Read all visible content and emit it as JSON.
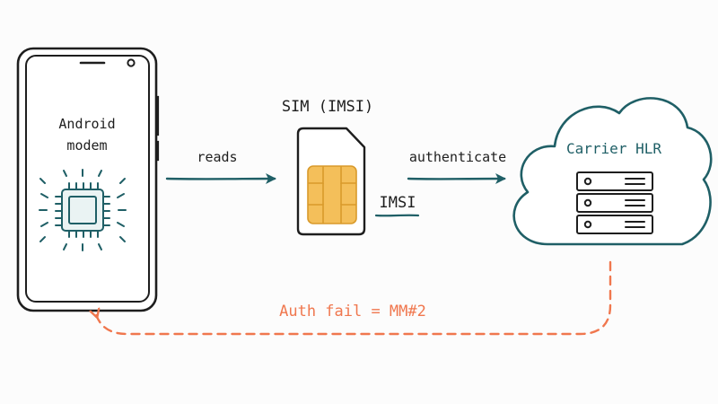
{
  "colors": {
    "teal": "#1f5f66",
    "orange": "#f0774e",
    "ink": "#1e1e1e",
    "chip_gold": "#f4bf5a",
    "chip_contact": "#d99a2b",
    "background": "#fcfcfc"
  },
  "phone": {
    "label_line1": "Android",
    "label_line2": "modem",
    "icon": "cpu-chip-icon"
  },
  "sim": {
    "title": "SIM (IMSI)",
    "imsi_tag": "IMSI",
    "icon": "sim-card-icon"
  },
  "cloud": {
    "title": "Carrier HLR",
    "icon": "server-rack-icon"
  },
  "arrows": {
    "reads": "reads",
    "authenticate": "authenticate",
    "auth_fail": "Auth fail = MM#2"
  }
}
